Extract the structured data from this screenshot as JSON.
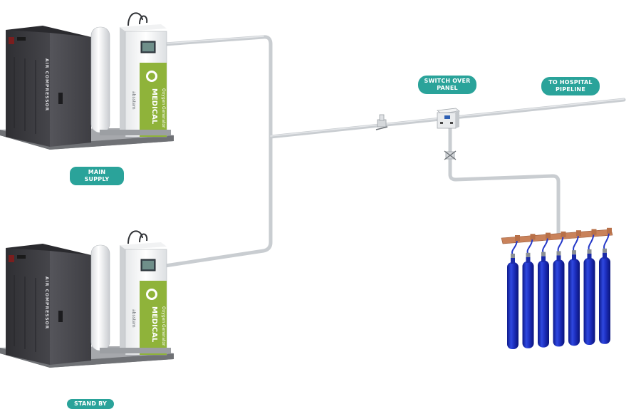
{
  "labels": {
    "main_supply": "MAIN SUPPLY",
    "stand_by": "STAND BY",
    "switch_over_line1": "SWITCH OVER",
    "switch_over_line2": "PANEL",
    "hospital_line1": "TO HOSPITAL",
    "hospital_line2": "PIPELINE"
  },
  "equipment": {
    "compressor_text": "AIR COMPRESSOR",
    "generator_title": "MEDICAL",
    "generator_subtitle": "Oxygen Generator",
    "generator_brand": "absstem"
  },
  "colors": {
    "accent": "#2aa39a",
    "pipe": "#c8ccd0",
    "cylinder": "#1d2fbf",
    "compressor": "#3a3a3e",
    "generator_green": "#8fb33a"
  }
}
